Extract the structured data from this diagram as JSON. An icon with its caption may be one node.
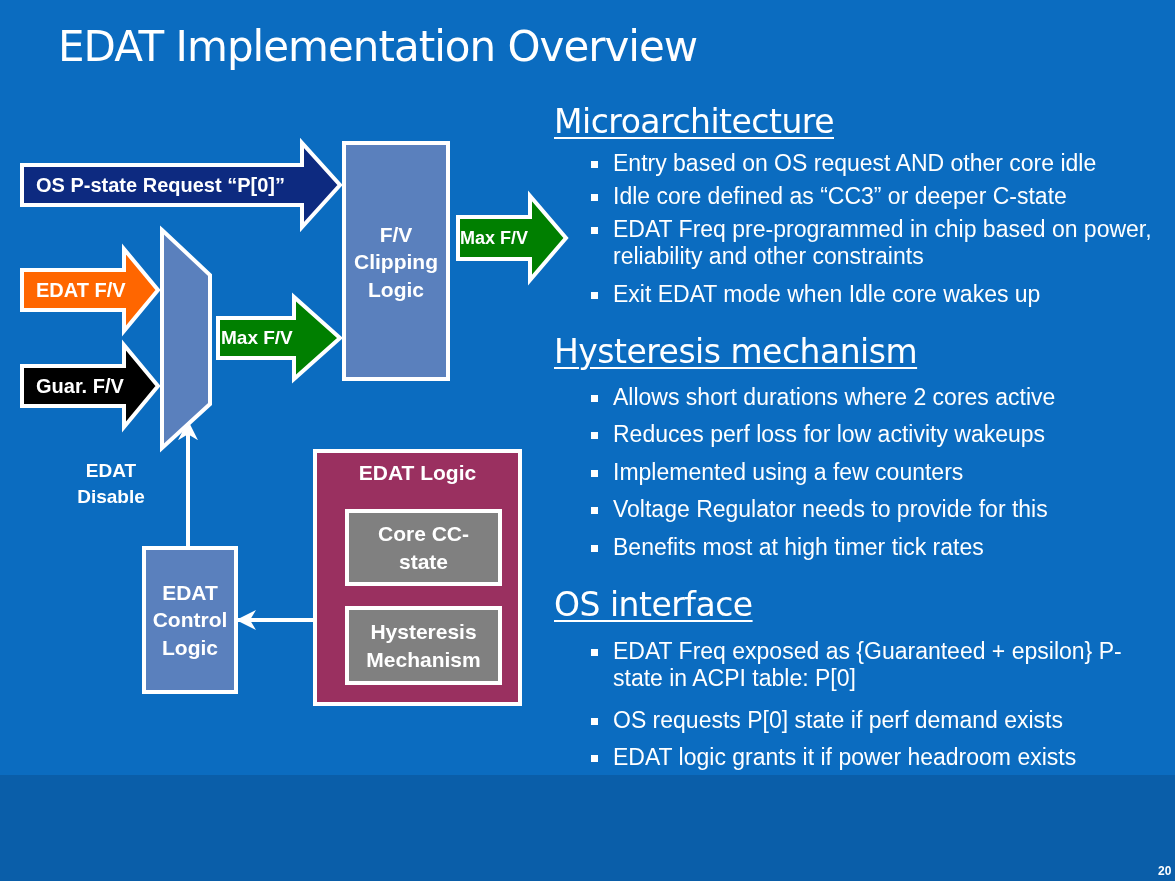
{
  "diagram": {
    "title": "EDAT Implementation Overview",
    "nodes": [
      {
        "text": [],
        "shape": "trapezoid"
      },
      {
        "text": [
          "F/V Clipping Logic"
        ]
      },
      {
        "text": [
          "EDAT Logic"
        ]
      },
      {
        "text": [
          "Core CC-state"
        ],
        "in": 2
      },
      {
        "text": [
          "Hysteresis Mechanism"
        ],
        "in": 2
      },
      {
        "text": [
          "EDAT Control Logic"
        ]
      }
    ],
    "edges": [
      {
        "from": null,
        "to": 1,
        "arrow": "to",
        "label": "OS P-state Request “P[0]”",
        "style": "thick",
        "color": "#0d2a80"
      },
      {
        "from": null,
        "to": 0,
        "arrow": "to",
        "label": "EDAT F/V",
        "style": "thick",
        "color": "#ff6600"
      },
      {
        "from": null,
        "to": 0,
        "arrow": "to",
        "label": "Guar. F/V",
        "style": "thick",
        "color": "#000000"
      },
      {
        "from": 0,
        "to": 1,
        "arrow": "to",
        "label": "Max F/V",
        "style": "thick",
        "color": "#007f00"
      },
      {
        "from": 1,
        "to": null,
        "arrow": "to",
        "label": "Max F/V",
        "style": "thick",
        "color": "#007f00"
      },
      {
        "from": 5,
        "to": 0,
        "arrow": "to",
        "label": "EDAT Disable"
      },
      {
        "from": 2,
        "to": 5,
        "arrow": "to"
      }
    ],
    "labels": [
      "Microarchitecture",
      "Entry based on OS request AND other core idle",
      "Idle core defined as “CC3” or deeper C-state",
      "EDAT Freq pre-programmed in chip based on power, reliability and other constraints",
      "Exit EDAT mode when Idle core wakes up",
      "Hysteresis mechanism",
      "Allows short durations where 2 cores active",
      "Reduces perf loss for low activity wakeups",
      "Implemented using a few counters",
      "Voltage Regulator needs to provide for this",
      "Benefits most at high timer tick rates",
      "OS interface",
      "EDAT Freq exposed as {Guaranteed + epsilon} P-state in ACPI table: P[0]",
      "OS requests P[0] state if perf demand exists",
      "EDAT logic grants it if power headroom exists",
      "20"
    ]
  }
}
